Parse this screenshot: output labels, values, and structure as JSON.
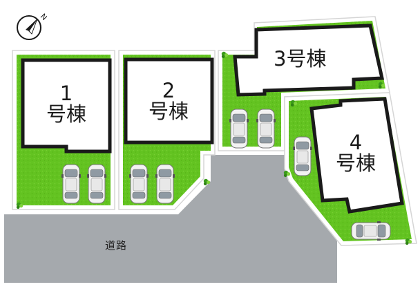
{
  "buildings": [
    {
      "num": "1",
      "kind": "号棟"
    },
    {
      "num": "2",
      "kind": "号棟"
    },
    {
      "num": "3",
      "kind": "号棟"
    },
    {
      "num": "4",
      "kind": "号棟"
    }
  ],
  "road": {
    "label": "道路"
  },
  "compass": {
    "letter": "N",
    "icon": "north-arrow-icon"
  },
  "colors": {
    "lawn": "#5fbf1e",
    "lawn_light": "#8fd84a",
    "road": "#a7abae",
    "driveway": "#c4c7ca",
    "house_outline": "#1a1a1a",
    "lot_border": "#d8d8d8"
  }
}
